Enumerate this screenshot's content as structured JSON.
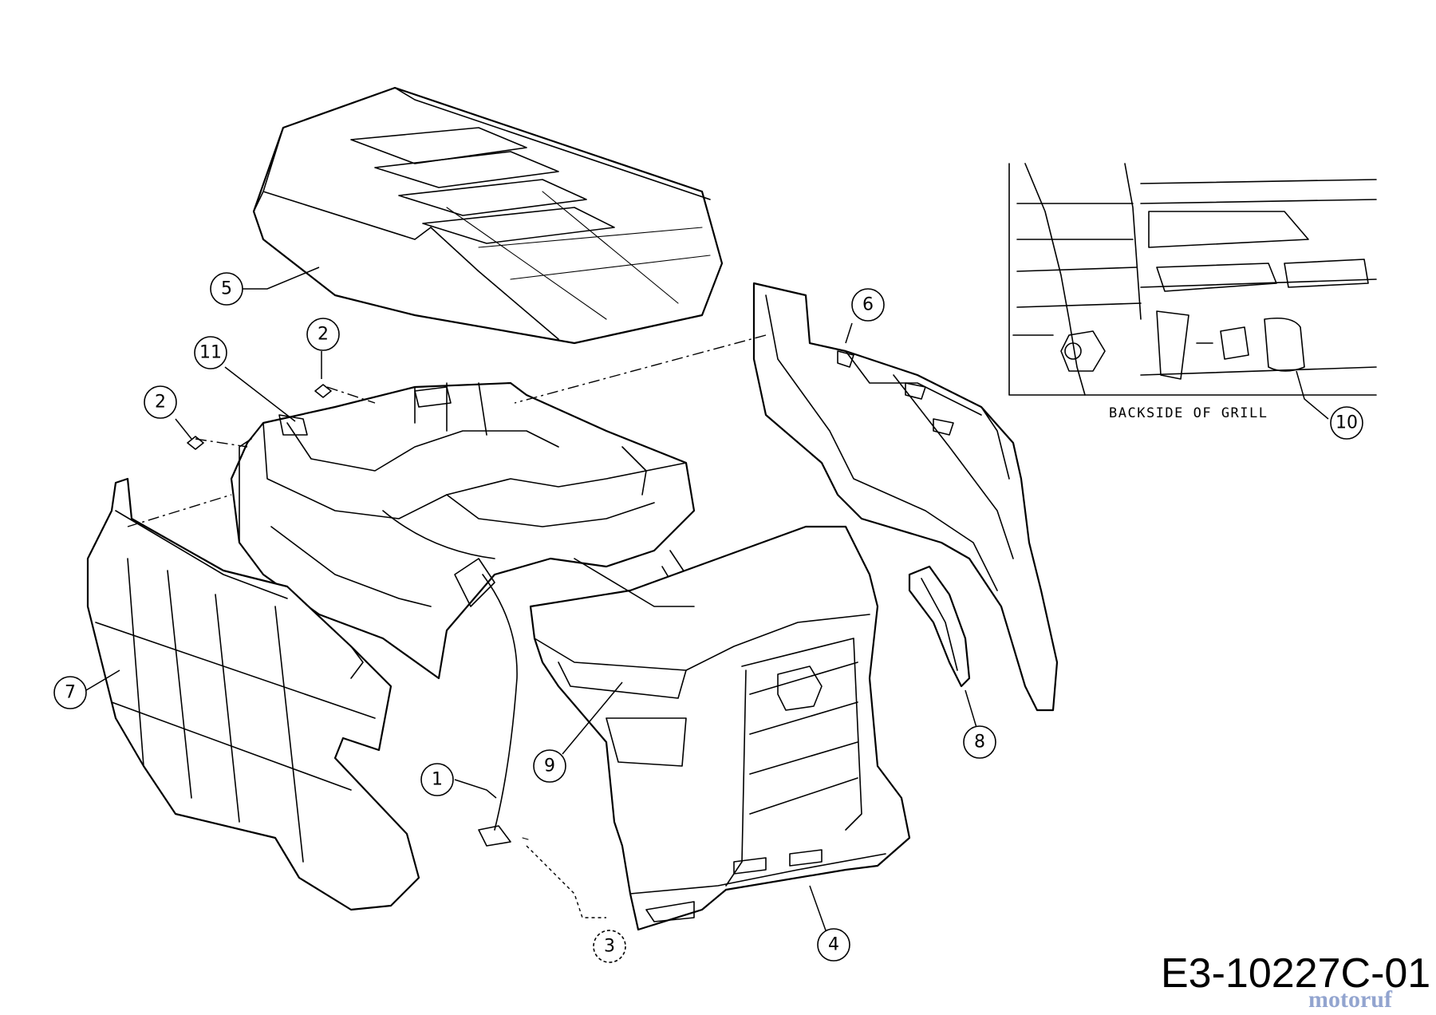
{
  "diagram": {
    "callouts": [
      {
        "id": "1",
        "label": "1"
      },
      {
        "id": "2a",
        "label": "2"
      },
      {
        "id": "2b",
        "label": "2"
      },
      {
        "id": "3",
        "label": "3"
      },
      {
        "id": "4",
        "label": "4"
      },
      {
        "id": "5",
        "label": "5"
      },
      {
        "id": "6",
        "label": "6"
      },
      {
        "id": "7",
        "label": "7"
      },
      {
        "id": "8",
        "label": "8"
      },
      {
        "id": "9",
        "label": "9"
      },
      {
        "id": "10",
        "label": "10"
      },
      {
        "id": "11",
        "label": "11"
      }
    ],
    "inset_caption": "BACKSIDE OF GRILL",
    "drawing_number": "E3-10227C-01",
    "watermark": "motoruf"
  }
}
